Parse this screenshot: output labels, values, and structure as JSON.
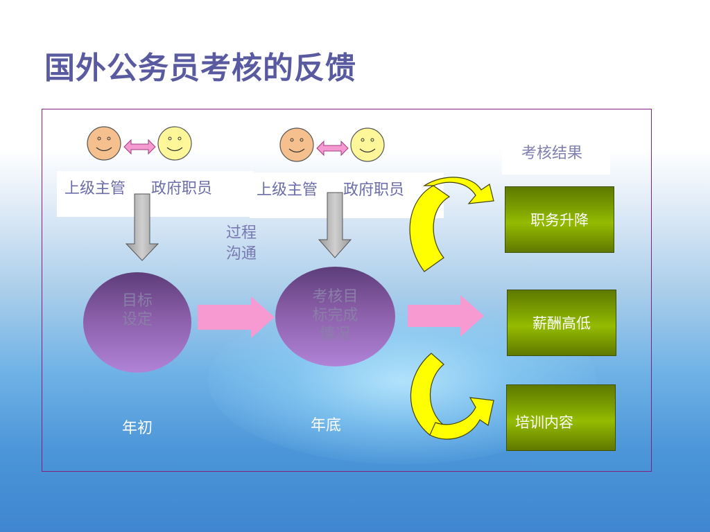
{
  "title": "国外公务员考核的反馈",
  "left_group": {
    "role_a": "上级主管",
    "role_b": "政府职员"
  },
  "middle_group": {
    "role_a": "上级主管",
    "role_b": "政府职员"
  },
  "process_note": {
    "line1": "过程",
    "line2": "沟通"
  },
  "ellipse_goal": {
    "line1": "目标",
    "line2": "设定"
  },
  "ellipse_eval": {
    "line1": "考核目",
    "line2": "标完成",
    "line3": "情况"
  },
  "result_header": "考核结果",
  "results": [
    {
      "label": "职务升降"
    },
    {
      "label": "薪酬高低"
    },
    {
      "label": "培训内容"
    }
  ],
  "year_start": "年初",
  "year_end": "年底",
  "colors": {
    "title": "#5a5aa0",
    "frame": "#80207f",
    "face_left": "#f5c08e",
    "face_right": "#fdf79a",
    "double_arrow": "#f49ad0",
    "down_arrow": "#b8b8b8",
    "right_arrow": "#f79ad1",
    "curved_arrow": "#ffff00",
    "result_box": "#7ea200"
  }
}
